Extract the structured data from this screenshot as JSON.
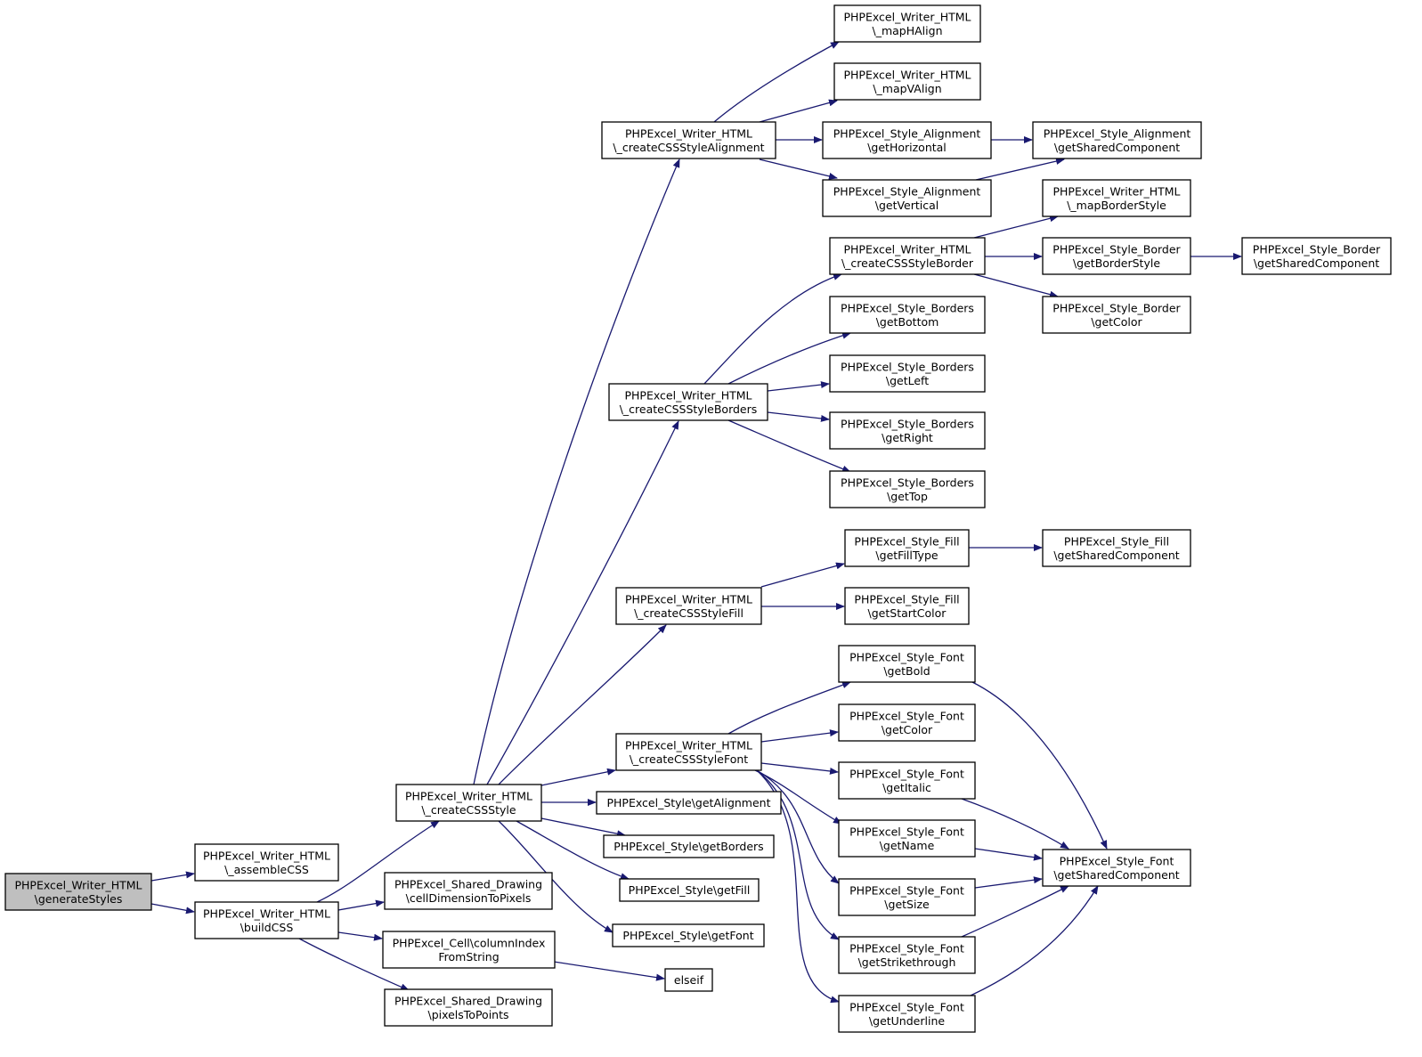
{
  "colors": {
    "edge": "#191970",
    "root_fill": "#bfbfbf",
    "node_fill": "#ffffff",
    "node_border": "#000000"
  },
  "nodes": [
    {
      "id": "genStyles",
      "lines": [
        "PHPExcel_Writer_HTML",
        "\\generateStyles"
      ],
      "root": true
    },
    {
      "id": "assembleCSS",
      "lines": [
        "PHPExcel_Writer_HTML",
        "\\_assembleCSS"
      ]
    },
    {
      "id": "buildCSS",
      "lines": [
        "PHPExcel_Writer_HTML",
        "\\buildCSS"
      ]
    },
    {
      "id": "createCSSStyle",
      "lines": [
        "PHPExcel_Writer_HTML",
        "\\_createCSSStyle"
      ]
    },
    {
      "id": "cellDim",
      "lines": [
        "PHPExcel_Shared_Drawing",
        "\\cellDimensionToPixels"
      ]
    },
    {
      "id": "colIndex",
      "lines": [
        "PHPExcel_Cell\\columnIndex",
        "FromString"
      ]
    },
    {
      "id": "pixToPts",
      "lines": [
        "PHPExcel_Shared_Drawing",
        "\\pixelsToPoints"
      ]
    },
    {
      "id": "elseif",
      "lines": [
        "elseif"
      ]
    },
    {
      "id": "styleAlign",
      "lines": [
        "PHPExcel_Writer_HTML",
        "\\_createCSSStyleAlignment"
      ]
    },
    {
      "id": "styleBorders",
      "lines": [
        "PHPExcel_Writer_HTML",
        "\\_createCSSStyleBorders"
      ]
    },
    {
      "id": "styleFill",
      "lines": [
        "PHPExcel_Writer_HTML",
        "\\_createCSSStyleFill"
      ]
    },
    {
      "id": "styleFont",
      "lines": [
        "PHPExcel_Writer_HTML",
        "\\_createCSSStyleFont"
      ]
    },
    {
      "id": "getAlignment",
      "lines": [
        "PHPExcel_Style\\getAlignment"
      ]
    },
    {
      "id": "getBorders",
      "lines": [
        "PHPExcel_Style\\getBorders"
      ]
    },
    {
      "id": "getFill",
      "lines": [
        "PHPExcel_Style\\getFill"
      ]
    },
    {
      "id": "getFont",
      "lines": [
        "PHPExcel_Style\\getFont"
      ]
    },
    {
      "id": "mapHAlign",
      "lines": [
        "PHPExcel_Writer_HTML",
        "\\_mapHAlign"
      ]
    },
    {
      "id": "mapVAlign",
      "lines": [
        "PHPExcel_Writer_HTML",
        "\\_mapVAlign"
      ]
    },
    {
      "id": "alignGetH",
      "lines": [
        "PHPExcel_Style_Alignment",
        "\\getHorizontal"
      ]
    },
    {
      "id": "alignGetV",
      "lines": [
        "PHPExcel_Style_Alignment",
        "\\getVertical"
      ]
    },
    {
      "id": "alignShared",
      "lines": [
        "PHPExcel_Style_Alignment",
        "\\getSharedComponent"
      ]
    },
    {
      "id": "styleBorder",
      "lines": [
        "PHPExcel_Writer_HTML",
        "\\_createCSSStyleBorder"
      ]
    },
    {
      "id": "bordersBottom",
      "lines": [
        "PHPExcel_Style_Borders",
        "\\getBottom"
      ]
    },
    {
      "id": "bordersLeft",
      "lines": [
        "PHPExcel_Style_Borders",
        "\\getLeft"
      ]
    },
    {
      "id": "bordersRight",
      "lines": [
        "PHPExcel_Style_Borders",
        "\\getRight"
      ]
    },
    {
      "id": "bordersTop",
      "lines": [
        "PHPExcel_Style_Borders",
        "\\getTop"
      ]
    },
    {
      "id": "mapBorderStyle",
      "lines": [
        "PHPExcel_Writer_HTML",
        "\\_mapBorderStyle"
      ]
    },
    {
      "id": "borderGetStyle",
      "lines": [
        "PHPExcel_Style_Border",
        "\\getBorderStyle"
      ]
    },
    {
      "id": "borderGetColor",
      "lines": [
        "PHPExcel_Style_Border",
        "\\getColor"
      ]
    },
    {
      "id": "borderShared",
      "lines": [
        "PHPExcel_Style_Border",
        "\\getSharedComponent"
      ]
    },
    {
      "id": "fillGetType",
      "lines": [
        "PHPExcel_Style_Fill",
        "\\getFillType"
      ]
    },
    {
      "id": "fillGetStart",
      "lines": [
        "PHPExcel_Style_Fill",
        "\\getStartColor"
      ]
    },
    {
      "id": "fillShared",
      "lines": [
        "PHPExcel_Style_Fill",
        "\\getSharedComponent"
      ]
    },
    {
      "id": "fontBold",
      "lines": [
        "PHPExcel_Style_Font",
        "\\getBold"
      ]
    },
    {
      "id": "fontColor",
      "lines": [
        "PHPExcel_Style_Font",
        "\\getColor"
      ]
    },
    {
      "id": "fontItalic",
      "lines": [
        "PHPExcel_Style_Font",
        "\\getItalic"
      ]
    },
    {
      "id": "fontName",
      "lines": [
        "PHPExcel_Style_Font",
        "\\getName"
      ]
    },
    {
      "id": "fontSize",
      "lines": [
        "PHPExcel_Style_Font",
        "\\getSize"
      ]
    },
    {
      "id": "fontStrike",
      "lines": [
        "PHPExcel_Style_Font",
        "\\getStrikethrough"
      ]
    },
    {
      "id": "fontUnderline",
      "lines": [
        "PHPExcel_Style_Font",
        "\\getUnderline"
      ]
    },
    {
      "id": "fontShared",
      "lines": [
        "PHPExcel_Style_Font",
        "\\getSharedComponent"
      ]
    }
  ],
  "edges": [
    {
      "from": "genStyles",
      "to": "assembleCSS"
    },
    {
      "from": "genStyles",
      "to": "buildCSS"
    },
    {
      "from": "buildCSS",
      "to": "createCSSStyle"
    },
    {
      "from": "buildCSS",
      "to": "cellDim"
    },
    {
      "from": "buildCSS",
      "to": "colIndex"
    },
    {
      "from": "buildCSS",
      "to": "pixToPts"
    },
    {
      "from": "colIndex",
      "to": "elseif"
    },
    {
      "from": "createCSSStyle",
      "to": "styleAlign"
    },
    {
      "from": "createCSSStyle",
      "to": "styleBorders"
    },
    {
      "from": "createCSSStyle",
      "to": "styleFill"
    },
    {
      "from": "createCSSStyle",
      "to": "styleFont"
    },
    {
      "from": "createCSSStyle",
      "to": "getAlignment"
    },
    {
      "from": "createCSSStyle",
      "to": "getBorders"
    },
    {
      "from": "createCSSStyle",
      "to": "getFill"
    },
    {
      "from": "createCSSStyle",
      "to": "getFont"
    },
    {
      "from": "styleAlign",
      "to": "mapHAlign"
    },
    {
      "from": "styleAlign",
      "to": "mapVAlign"
    },
    {
      "from": "styleAlign",
      "to": "alignGetH"
    },
    {
      "from": "styleAlign",
      "to": "alignGetV"
    },
    {
      "from": "alignGetH",
      "to": "alignShared"
    },
    {
      "from": "alignGetV",
      "to": "alignShared"
    },
    {
      "from": "styleBorders",
      "to": "styleBorder"
    },
    {
      "from": "styleBorders",
      "to": "bordersBottom"
    },
    {
      "from": "styleBorders",
      "to": "bordersLeft"
    },
    {
      "from": "styleBorders",
      "to": "bordersRight"
    },
    {
      "from": "styleBorders",
      "to": "bordersTop"
    },
    {
      "from": "styleBorder",
      "to": "mapBorderStyle"
    },
    {
      "from": "styleBorder",
      "to": "borderGetStyle"
    },
    {
      "from": "styleBorder",
      "to": "borderGetColor"
    },
    {
      "from": "borderGetStyle",
      "to": "borderShared"
    },
    {
      "from": "styleFill",
      "to": "fillGetType"
    },
    {
      "from": "styleFill",
      "to": "fillGetStart"
    },
    {
      "from": "fillGetType",
      "to": "fillShared"
    },
    {
      "from": "styleFont",
      "to": "fontBold"
    },
    {
      "from": "styleFont",
      "to": "fontColor"
    },
    {
      "from": "styleFont",
      "to": "fontItalic"
    },
    {
      "from": "styleFont",
      "to": "fontName"
    },
    {
      "from": "styleFont",
      "to": "fontSize"
    },
    {
      "from": "styleFont",
      "to": "fontStrike"
    },
    {
      "from": "styleFont",
      "to": "fontUnderline"
    },
    {
      "from": "fontBold",
      "to": "fontShared"
    },
    {
      "from": "fontItalic",
      "to": "fontShared"
    },
    {
      "from": "fontName",
      "to": "fontShared"
    },
    {
      "from": "fontSize",
      "to": "fontShared"
    },
    {
      "from": "fontStrike",
      "to": "fontShared"
    },
    {
      "from": "fontUnderline",
      "to": "fontShared"
    }
  ]
}
